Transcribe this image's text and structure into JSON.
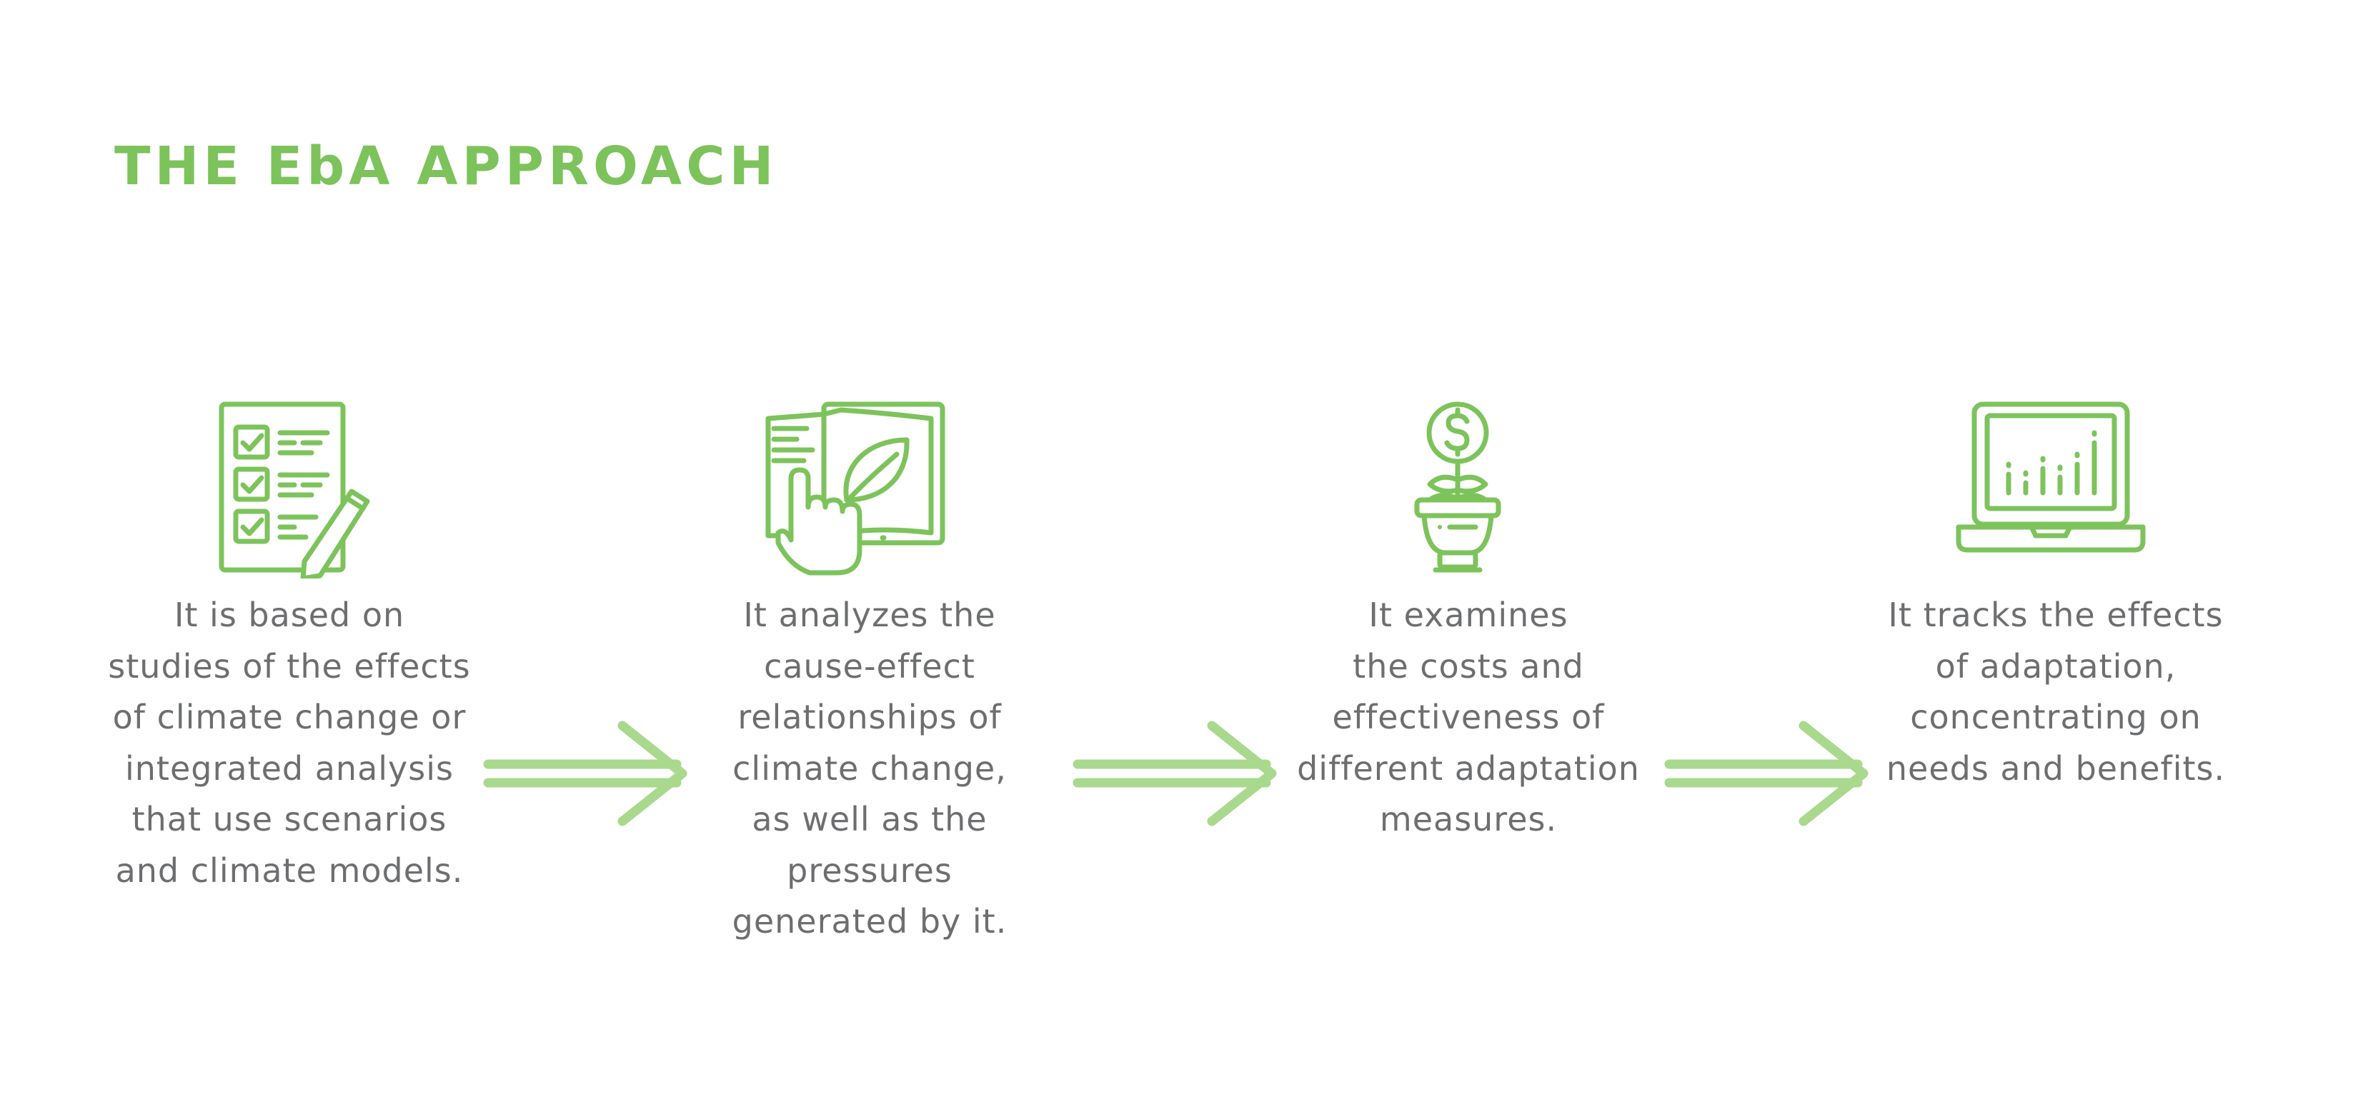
{
  "title": "THE EbA APPROACH",
  "colors": {
    "title": "#7dc35b",
    "icon": "#7dc35b",
    "arrow": "#a9d98d",
    "text": "#6d6e70"
  },
  "steps": [
    {
      "icon": "checklist-pencil-icon",
      "text": "It is based on\nstudies of the effects\nof climate change or\nintegrated analysis\nthat use scenarios\nand climate models."
    },
    {
      "icon": "book-leaf-pointer-icon",
      "text": "It analyzes the\ncause-effect\nrelationships of\nclimate change,\nas well as the\npressures\ngenerated by it."
    },
    {
      "icon": "money-plant-icon",
      "text": "It examines\nthe costs and\neffectiveness of\ndifferent adaptation\nmeasures."
    },
    {
      "icon": "laptop-chart-icon",
      "text": "It tracks the effects\nof adaptation,\nconcentrating on\nneeds and benefits."
    }
  ],
  "arrows": [
    {
      "icon": "double-arrow-right-icon"
    },
    {
      "icon": "double-arrow-right-icon"
    },
    {
      "icon": "double-arrow-right-icon"
    }
  ]
}
